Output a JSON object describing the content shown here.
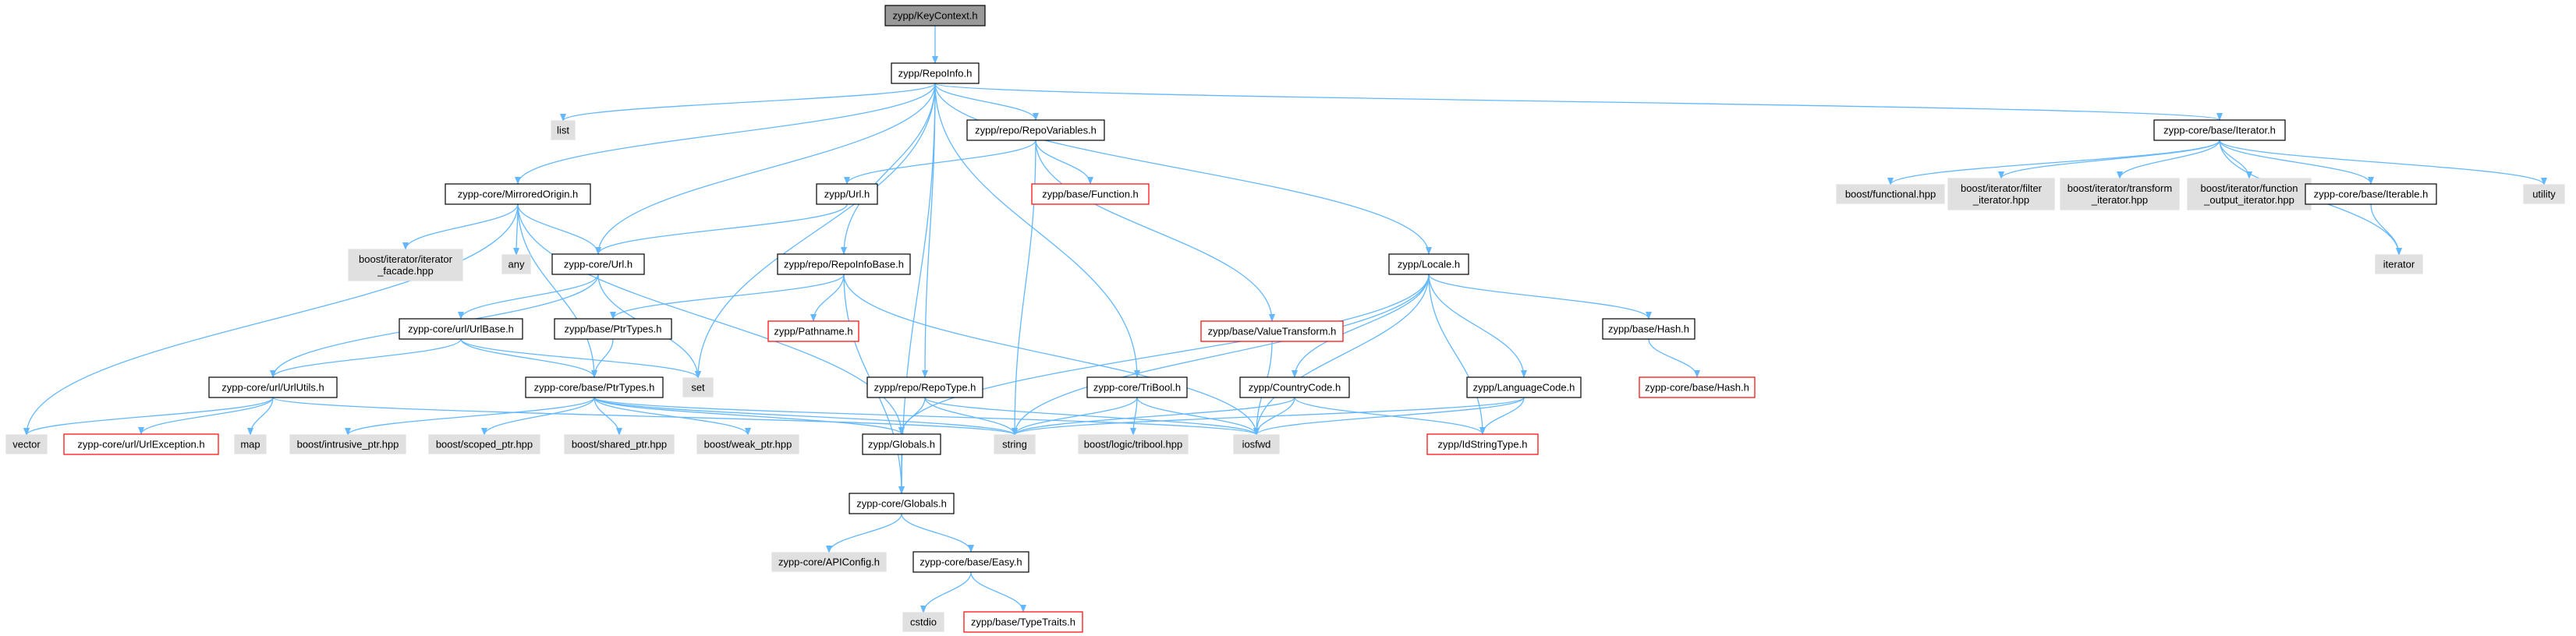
{
  "diagram": {
    "colors": {
      "edge": "#63b8ff",
      "root_fill": "#999999",
      "normal_fill": "#ffffff",
      "normal_border": "#000000",
      "external_fill": "#e0e0e0",
      "external_border": "#e0e0e0",
      "missing_fill": "#ffffff",
      "missing_border": "#ff0000"
    },
    "nodes": [
      {
        "id": "keycontext",
        "lines": [
          "zypp/KeyContext.h"
        ],
        "style": "root"
      },
      {
        "id": "repoinfo",
        "lines": [
          "zypp/RepoInfo.h"
        ],
        "style": "normal"
      },
      {
        "id": "list",
        "lines": [
          "list"
        ],
        "style": "external"
      },
      {
        "id": "mirrored",
        "lines": [
          "zypp-core/MirroredOrigin.h"
        ],
        "style": "normal"
      },
      {
        "id": "repovars",
        "lines": [
          "zypp/repo/RepoVariables.h"
        ],
        "style": "normal"
      },
      {
        "id": "baseiter",
        "lines": [
          "zypp-core/base/Iterator.h"
        ],
        "style": "normal"
      },
      {
        "id": "zyppurl",
        "lines": [
          "zypp/Url.h"
        ],
        "style": "normal"
      },
      {
        "id": "function",
        "lines": [
          "zypp/base/Function.h"
        ],
        "style": "missing"
      },
      {
        "id": "bfunctional",
        "lines": [
          "boost/functional.hpp"
        ],
        "style": "external"
      },
      {
        "id": "bfilter",
        "lines": [
          "boost/iterator/filter",
          "_iterator.hpp"
        ],
        "style": "external"
      },
      {
        "id": "btransform",
        "lines": [
          "boost/iterator/transform",
          "_iterator.hpp"
        ],
        "style": "external"
      },
      {
        "id": "bfuncout",
        "lines": [
          "boost/iterator/function",
          "_output_iterator.hpp"
        ],
        "style": "external"
      },
      {
        "id": "iterable",
        "lines": [
          "zypp-core/base/Iterable.h"
        ],
        "style": "normal"
      },
      {
        "id": "utility",
        "lines": [
          "utility"
        ],
        "style": "external"
      },
      {
        "id": "iterator",
        "lines": [
          "iterator"
        ],
        "style": "external"
      },
      {
        "id": "biterfacade",
        "lines": [
          "boost/iterator/iterator",
          "_facade.hpp"
        ],
        "style": "external"
      },
      {
        "id": "any",
        "lines": [
          "any"
        ],
        "style": "external"
      },
      {
        "id": "coreurl",
        "lines": [
          "zypp-core/Url.h"
        ],
        "style": "normal"
      },
      {
        "id": "repoinfobase",
        "lines": [
          "zypp/repo/RepoInfoBase.h"
        ],
        "style": "normal"
      },
      {
        "id": "locale",
        "lines": [
          "zypp/Locale.h"
        ],
        "style": "normal"
      },
      {
        "id": "urlbase",
        "lines": [
          "zypp-core/url/UrlBase.h"
        ],
        "style": "normal"
      },
      {
        "id": "bptrtypes",
        "lines": [
          "zypp/base/PtrTypes.h"
        ],
        "style": "normal"
      },
      {
        "id": "pathname",
        "lines": [
          "zypp/Pathname.h"
        ],
        "style": "missing"
      },
      {
        "id": "valuetransform",
        "lines": [
          "zypp/base/ValueTransform.h"
        ],
        "style": "missing"
      },
      {
        "id": "basehash",
        "lines": [
          "zypp/base/Hash.h"
        ],
        "style": "normal"
      },
      {
        "id": "urlutils",
        "lines": [
          "zypp-core/url/UrlUtils.h"
        ],
        "style": "normal"
      },
      {
        "id": "coreptrtypes",
        "lines": [
          "zypp-core/base/PtrTypes.h"
        ],
        "style": "normal"
      },
      {
        "id": "set",
        "lines": [
          "set"
        ],
        "style": "external"
      },
      {
        "id": "repotype",
        "lines": [
          "zypp/repo/RepoType.h"
        ],
        "style": "normal"
      },
      {
        "id": "tribool",
        "lines": [
          "zypp-core/TriBool.h"
        ],
        "style": "normal"
      },
      {
        "id": "countrycode",
        "lines": [
          "zypp/CountryCode.h"
        ],
        "style": "normal"
      },
      {
        "id": "languagecode",
        "lines": [
          "zypp/LanguageCode.h"
        ],
        "style": "normal"
      },
      {
        "id": "corehash",
        "lines": [
          "zypp-core/base/Hash.h"
        ],
        "style": "missing"
      },
      {
        "id": "vector",
        "lines": [
          "vector"
        ],
        "style": "external"
      },
      {
        "id": "urlexception",
        "lines": [
          "zypp-core/url/UrlException.h"
        ],
        "style": "missing"
      },
      {
        "id": "map",
        "lines": [
          "map"
        ],
        "style": "external"
      },
      {
        "id": "bintrusive",
        "lines": [
          "boost/intrusive_ptr.hpp"
        ],
        "style": "external"
      },
      {
        "id": "bscoped",
        "lines": [
          "boost/scoped_ptr.hpp"
        ],
        "style": "external"
      },
      {
        "id": "bshared",
        "lines": [
          "boost/shared_ptr.hpp"
        ],
        "style": "external"
      },
      {
        "id": "bweak",
        "lines": [
          "boost/weak_ptr.hpp"
        ],
        "style": "external"
      },
      {
        "id": "zyppglobals",
        "lines": [
          "zypp/Globals.h"
        ],
        "style": "normal"
      },
      {
        "id": "string",
        "lines": [
          "string"
        ],
        "style": "external"
      },
      {
        "id": "blogic",
        "lines": [
          "boost/logic/tribool.hpp"
        ],
        "style": "external"
      },
      {
        "id": "iosfwd",
        "lines": [
          "iosfwd"
        ],
        "style": "external"
      },
      {
        "id": "idstring",
        "lines": [
          "zypp/IdStringType.h"
        ],
        "style": "missing"
      },
      {
        "id": "coreglobals",
        "lines": [
          "zypp-core/Globals.h"
        ],
        "style": "normal"
      },
      {
        "id": "apiconfig",
        "lines": [
          "zypp-core/APIConfig.h"
        ],
        "style": "external"
      },
      {
        "id": "easy",
        "lines": [
          "zypp-core/base/Easy.h"
        ],
        "style": "normal"
      },
      {
        "id": "cstdio",
        "lines": [
          "cstdio"
        ],
        "style": "external"
      },
      {
        "id": "typetraits",
        "lines": [
          "zypp/base/TypeTraits.h"
        ],
        "style": "missing"
      }
    ],
    "edges": [
      [
        "keycontext",
        "repoinfo"
      ],
      [
        "repoinfo",
        "list"
      ],
      [
        "repoinfo",
        "mirrored"
      ],
      [
        "repoinfo",
        "repovars"
      ],
      [
        "repoinfo",
        "baseiter"
      ],
      [
        "repoinfo",
        "coreurl"
      ],
      [
        "repoinfo",
        "repoinfobase"
      ],
      [
        "repoinfo",
        "locale"
      ],
      [
        "repoinfo",
        "set"
      ],
      [
        "repoinfo",
        "repotype"
      ],
      [
        "repoinfo",
        "tribool"
      ],
      [
        "repoinfo",
        "coreglobals"
      ],
      [
        "repovars",
        "zyppurl"
      ],
      [
        "repovars",
        "function"
      ],
      [
        "repovars",
        "valuetransform"
      ],
      [
        "repovars",
        "string"
      ],
      [
        "baseiter",
        "bfunctional"
      ],
      [
        "baseiter",
        "bfilter"
      ],
      [
        "baseiter",
        "btransform"
      ],
      [
        "baseiter",
        "bfuncout"
      ],
      [
        "baseiter",
        "iterable"
      ],
      [
        "baseiter",
        "utility"
      ],
      [
        "baseiter",
        "iterator"
      ],
      [
        "iterable",
        "iterator"
      ],
      [
        "mirrored",
        "biterfacade"
      ],
      [
        "mirrored",
        "any"
      ],
      [
        "mirrored",
        "coreurl"
      ],
      [
        "mirrored",
        "vector"
      ],
      [
        "mirrored",
        "coreptrtypes"
      ],
      [
        "mirrored",
        "zyppglobals"
      ],
      [
        "zyppurl",
        "coreurl"
      ],
      [
        "coreurl",
        "urlbase"
      ],
      [
        "coreurl",
        "urlutils"
      ],
      [
        "coreurl",
        "set"
      ],
      [
        "urlbase",
        "urlutils"
      ],
      [
        "urlbase",
        "coreptrtypes"
      ],
      [
        "urlbase",
        "set"
      ],
      [
        "urlutils",
        "vector"
      ],
      [
        "urlutils",
        "urlexception"
      ],
      [
        "urlutils",
        "map"
      ],
      [
        "urlutils",
        "string"
      ],
      [
        "repoinfobase",
        "bptrtypes"
      ],
      [
        "repoinfobase",
        "pathname"
      ],
      [
        "repoinfobase",
        "iosfwd"
      ],
      [
        "repoinfobase",
        "coreglobals"
      ],
      [
        "bptrtypes",
        "coreptrtypes"
      ],
      [
        "coreptrtypes",
        "bintrusive"
      ],
      [
        "coreptrtypes",
        "bscoped"
      ],
      [
        "coreptrtypes",
        "bshared"
      ],
      [
        "coreptrtypes",
        "bweak"
      ],
      [
        "coreptrtypes",
        "zyppglobals"
      ],
      [
        "coreptrtypes",
        "string"
      ],
      [
        "coreptrtypes",
        "iosfwd"
      ],
      [
        "valuetransform",
        "iosfwd"
      ],
      [
        "locale",
        "zyppglobals"
      ],
      [
        "locale",
        "string"
      ],
      [
        "locale",
        "countrycode"
      ],
      [
        "locale",
        "languagecode"
      ],
      [
        "locale",
        "basehash"
      ],
      [
        "locale",
        "iosfwd"
      ],
      [
        "locale",
        "idstring"
      ],
      [
        "basehash",
        "corehash"
      ],
      [
        "repotype",
        "zyppglobals"
      ],
      [
        "repotype",
        "string"
      ],
      [
        "repotype",
        "iosfwd"
      ],
      [
        "tribool",
        "blogic"
      ],
      [
        "tribool",
        "iosfwd"
      ],
      [
        "tribool",
        "string"
      ],
      [
        "countrycode",
        "iosfwd"
      ],
      [
        "countrycode",
        "string"
      ],
      [
        "countrycode",
        "idstring"
      ],
      [
        "languagecode",
        "iosfwd"
      ],
      [
        "languagecode",
        "string"
      ],
      [
        "languagecode",
        "idstring"
      ],
      [
        "zyppglobals",
        "coreglobals"
      ],
      [
        "coreglobals",
        "apiconfig"
      ],
      [
        "coreglobals",
        "easy"
      ],
      [
        "easy",
        "cstdio"
      ],
      [
        "easy",
        "typetraits"
      ]
    ]
  }
}
